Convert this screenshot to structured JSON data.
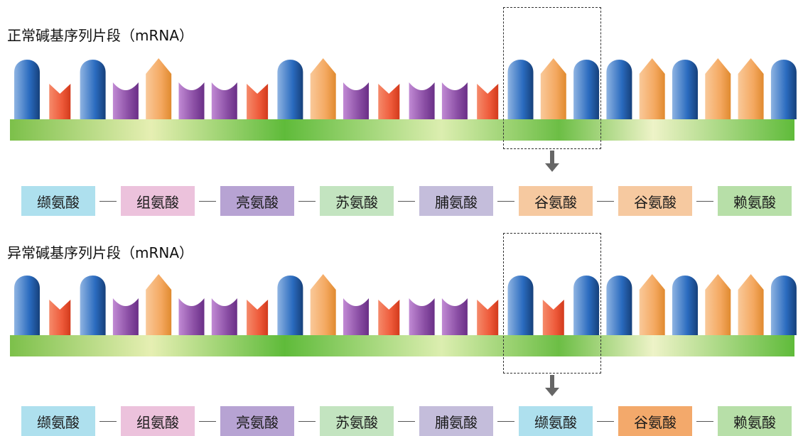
{
  "normal": {
    "title": "正常碱基序列片段（mRNA）",
    "bases": [
      "U",
      "G",
      "U",
      "C",
      "A",
      "C",
      "C",
      "G",
      "U",
      "A",
      "C",
      "G",
      "C",
      "C",
      "G",
      "U",
      "A",
      "U",
      "U",
      "A",
      "U",
      "A",
      "A",
      "U"
    ],
    "amino_acids": [
      {
        "name": "缬氨酸",
        "color": "#aee0ee"
      },
      {
        "name": "组氨酸",
        "color": "#ecc2dc"
      },
      {
        "name": "亮氨酸",
        "color": "#b7a3d3"
      },
      {
        "name": "苏氨酸",
        "color": "#c3e4c0"
      },
      {
        "name": "脯氨酸",
        "color": "#c4bddb"
      },
      {
        "name": "谷氨酸",
        "color": "#f6c9a0"
      },
      {
        "name": "谷氨酸",
        "color": "#f6c9a0"
      },
      {
        "name": "赖氨酸",
        "color": "#b7dfa8"
      }
    ]
  },
  "abnormal": {
    "title": "异常碱基序列片段（mRNA）",
    "bases": [
      "U",
      "G",
      "U",
      "C",
      "A",
      "C",
      "C",
      "G",
      "U",
      "A",
      "C",
      "G",
      "C",
      "C",
      "G",
      "U",
      "G",
      "U",
      "U",
      "A",
      "U",
      "A",
      "A",
      "U"
    ],
    "amino_acids": [
      {
        "name": "缬氨酸",
        "color": "#aee0ee"
      },
      {
        "name": "组氨酸",
        "color": "#ecc2dc"
      },
      {
        "name": "亮氨酸",
        "color": "#b7a3d3"
      },
      {
        "name": "苏氨酸",
        "color": "#c3e4c0"
      },
      {
        "name": "脯氨酸",
        "color": "#c4bddb"
      },
      {
        "name": "缬氨酸",
        "color": "#aee0ee"
      },
      {
        "name": "谷氨酸",
        "color": "#f3a96b"
      },
      {
        "name": "赖氨酸",
        "color": "#b7dfa8"
      }
    ]
  },
  "highlight_codon_index": 5,
  "base_colors": {
    "U": "#2a6bbf",
    "A": "#f4a860",
    "C": "#8b4fa5",
    "G": "#ee5a3a"
  },
  "backbone_color": "#8cc850"
}
